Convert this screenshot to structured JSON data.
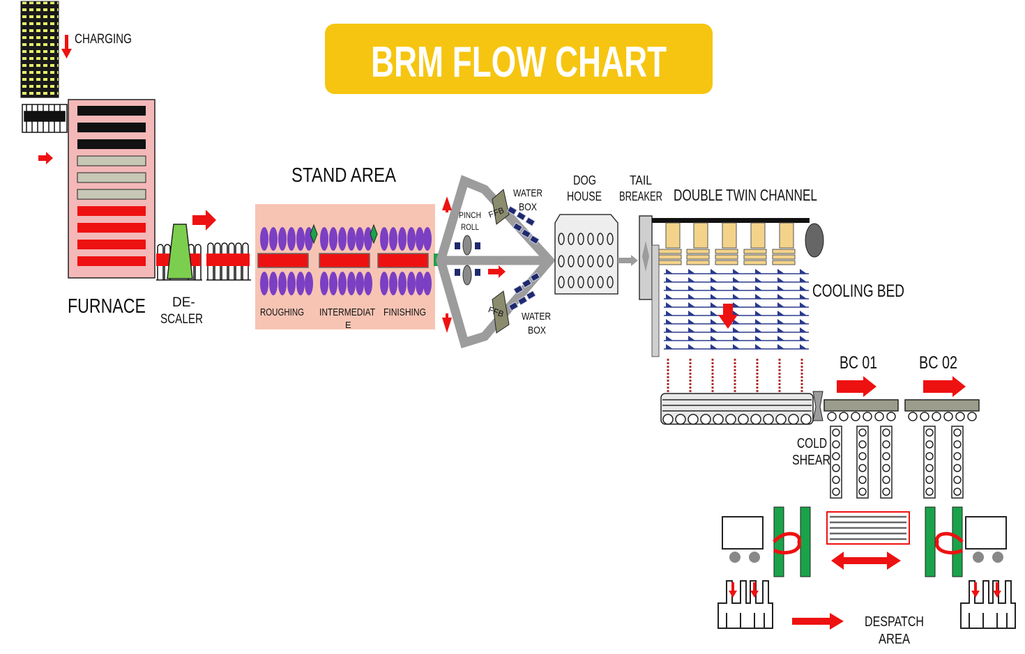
{
  "title": "BRM FLOW CHART",
  "labels": {
    "charging": "CHARGING",
    "furnace": "FURNACE",
    "descaler_1": "DE-",
    "descaler_2": "SCALER",
    "stand_area": "STAND AREA",
    "roughing": "ROUGHING",
    "intermediate_1": "INTERMEDIAT",
    "intermediate_2": "E",
    "finishing": "FINISHING",
    "pinch_roll_1": "PINCH",
    "pinch_roll_2": "ROLL",
    "ffb_top": "FFB",
    "ffb_bottom": "FFB",
    "water_box_top_1": "WATER",
    "water_box_top_2": "BOX",
    "water_box_bottom_1": "WATER",
    "water_box_bottom_2": "BOX",
    "dog_house_1": "DOG",
    "dog_house_2": "HOUSE",
    "tail_breaker_1": "TAIL",
    "tail_breaker_2": "BREAKER",
    "double_twin_channel": "DOUBLE TWIN CHANNEL",
    "cooling_bed": "COOLING BED",
    "bc01": "BC 01",
    "bc02": "BC 02",
    "cold_shear_1": "COLD",
    "cold_shear_2": "SHEAR",
    "despatch_1": "DESPATCH",
    "despatch_2": "AREA"
  },
  "colors": {
    "title_bg": "#f6c511",
    "furnace_bg": "#f4b8b8",
    "stand_bg": "#f7c4b4",
    "red": "#ee1111",
    "purple": "#7b3fc4",
    "gray": "#9c9c9c",
    "green": "#1aa34a",
    "navy": "#1f2a6e",
    "tan": "#f3d38a",
    "olive": "#8b8b6e"
  }
}
